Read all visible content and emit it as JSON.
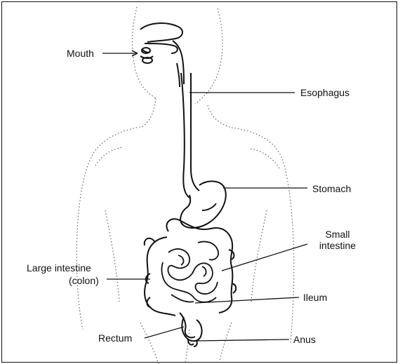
{
  "labels": {
    "mouth": "Mouth",
    "esophagus": "Esophagus",
    "stomach": "Stomach",
    "small_intestine_line1": "Small",
    "small_intestine_line2": "intestine",
    "large_intestine_line1": "Large intestine",
    "large_intestine_line2": "(colon)",
    "ileum": "Ileum",
    "rectum": "Rectum",
    "anus": "Anus"
  },
  "colors": {
    "ink": "#111111",
    "outline": "#555555",
    "background": "#ffffff"
  }
}
